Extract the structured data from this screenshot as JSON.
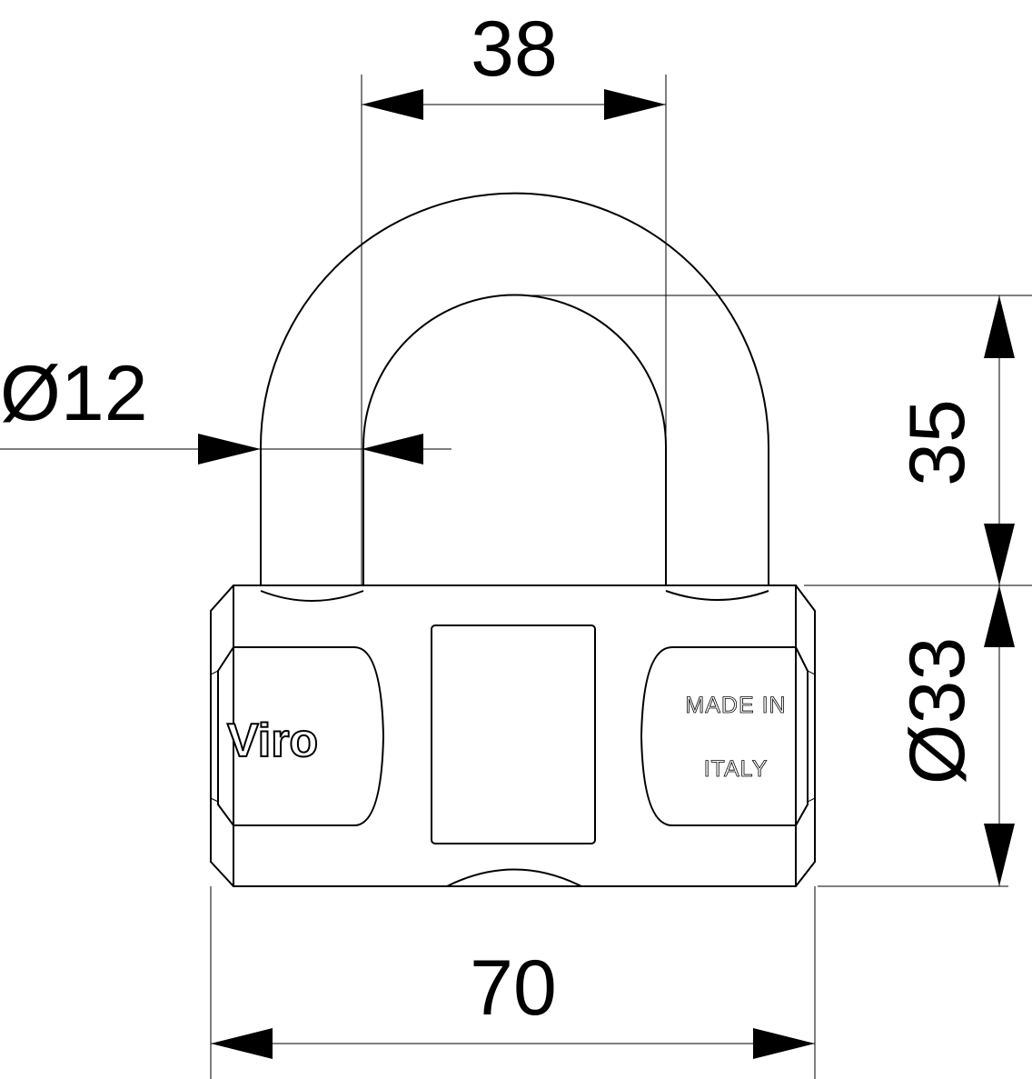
{
  "dimensions": {
    "shackle_inner_width": "38",
    "shackle_diameter": "Ø12",
    "shackle_clearance": "35",
    "body_height": "Ø33",
    "body_width": "70"
  },
  "body": {
    "brand_logo": "Viro",
    "origin_line1": "MADE IN",
    "origin_line2": "ITALY"
  }
}
